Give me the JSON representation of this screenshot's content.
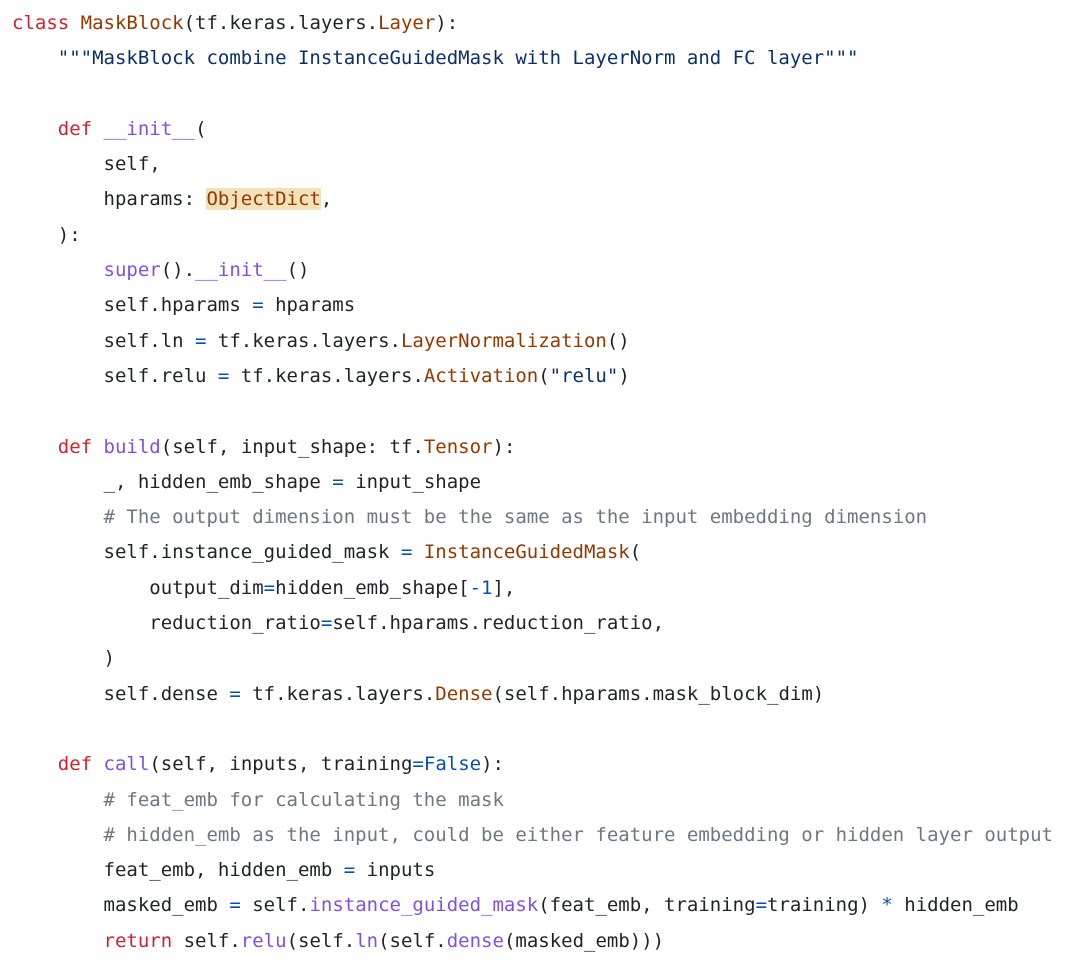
{
  "code_block": {
    "lines": [
      [
        {
          "t": "class",
          "c": "kw"
        },
        {
          "t": " "
        },
        {
          "t": "MaskBlock",
          "c": "cls"
        },
        {
          "t": "(tf.keras.layers."
        },
        {
          "t": "Layer",
          "c": "cls"
        },
        {
          "t": "):"
        }
      ],
      [
        {
          "t": "    "
        },
        {
          "t": "\"\"\"MaskBlock combine InstanceGuidedMask with LayerNorm and FC layer\"\"\"",
          "c": "str"
        }
      ],
      [],
      [
        {
          "t": "    "
        },
        {
          "t": "def",
          "c": "kw"
        },
        {
          "t": " "
        },
        {
          "t": "__init__",
          "c": "fn"
        },
        {
          "t": "("
        }
      ],
      [
        {
          "t": "        self,"
        }
      ],
      [
        {
          "t": "        hparams: "
        },
        {
          "t": "ObjectDict",
          "c": "cls hl"
        },
        {
          "t": ","
        }
      ],
      [
        {
          "t": "    ):"
        }
      ],
      [
        {
          "t": "        "
        },
        {
          "t": "super",
          "c": "fn"
        },
        {
          "t": "()."
        },
        {
          "t": "__init__",
          "c": "fn"
        },
        {
          "t": "()"
        }
      ],
      [
        {
          "t": "        self.hparams "
        },
        {
          "t": "=",
          "c": "op"
        },
        {
          "t": " hparams"
        }
      ],
      [
        {
          "t": "        self.ln "
        },
        {
          "t": "=",
          "c": "op"
        },
        {
          "t": " tf.keras.layers."
        },
        {
          "t": "LayerNormalization",
          "c": "cls"
        },
        {
          "t": "()"
        }
      ],
      [
        {
          "t": "        self.relu "
        },
        {
          "t": "=",
          "c": "op"
        },
        {
          "t": " tf.keras.layers."
        },
        {
          "t": "Activation",
          "c": "cls"
        },
        {
          "t": "("
        },
        {
          "t": "\"relu\"",
          "c": "str"
        },
        {
          "t": ")"
        }
      ],
      [],
      [
        {
          "t": "    "
        },
        {
          "t": "def",
          "c": "kw"
        },
        {
          "t": " "
        },
        {
          "t": "build",
          "c": "fn"
        },
        {
          "t": "(self, input_shape: tf."
        },
        {
          "t": "Tensor",
          "c": "cls"
        },
        {
          "t": "):"
        }
      ],
      [
        {
          "t": "        _, hidden_emb_shape "
        },
        {
          "t": "=",
          "c": "op"
        },
        {
          "t": " input_shape"
        }
      ],
      [
        {
          "t": "        "
        },
        {
          "t": "# The output dimension must be the same as the input embedding dimension",
          "c": "cm"
        }
      ],
      [
        {
          "t": "        self.instance_guided_mask "
        },
        {
          "t": "=",
          "c": "op"
        },
        {
          "t": " "
        },
        {
          "t": "InstanceGuidedMask",
          "c": "cls"
        },
        {
          "t": "("
        }
      ],
      [
        {
          "t": "            output_dim"
        },
        {
          "t": "=",
          "c": "op"
        },
        {
          "t": "hidden_emb_shape["
        },
        {
          "t": "-1",
          "c": "num"
        },
        {
          "t": "],"
        }
      ],
      [
        {
          "t": "            reduction_ratio"
        },
        {
          "t": "=",
          "c": "op"
        },
        {
          "t": "self.hparams.reduction_ratio,"
        }
      ],
      [
        {
          "t": "        )"
        }
      ],
      [
        {
          "t": "        self.dense "
        },
        {
          "t": "=",
          "c": "op"
        },
        {
          "t": " tf.keras.layers."
        },
        {
          "t": "Dense",
          "c": "cls"
        },
        {
          "t": "(self.hparams.mask_block_dim)"
        }
      ],
      [],
      [
        {
          "t": "    "
        },
        {
          "t": "def",
          "c": "kw"
        },
        {
          "t": " "
        },
        {
          "t": "call",
          "c": "fn"
        },
        {
          "t": "(self, inputs, training"
        },
        {
          "t": "=",
          "c": "op"
        },
        {
          "t": "False",
          "c": "op"
        },
        {
          "t": "):"
        }
      ],
      [
        {
          "t": "        "
        },
        {
          "t": "# feat_emb for calculating the mask",
          "c": "cm"
        }
      ],
      [
        {
          "t": "        "
        },
        {
          "t": "# hidden_emb as the input, could be either feature embedding or hidden layer output",
          "c": "cm"
        }
      ],
      [
        {
          "t": "        feat_emb, hidden_emb "
        },
        {
          "t": "=",
          "c": "op"
        },
        {
          "t": " inputs"
        }
      ],
      [
        {
          "t": "        masked_emb "
        },
        {
          "t": "=",
          "c": "op"
        },
        {
          "t": " self."
        },
        {
          "t": "instance_guided_mask",
          "c": "fn"
        },
        {
          "t": "(feat_emb, training"
        },
        {
          "t": "=",
          "c": "op"
        },
        {
          "t": "training) "
        },
        {
          "t": "*",
          "c": "op"
        },
        {
          "t": " hidden_emb"
        }
      ],
      [
        {
          "t": "        "
        },
        {
          "t": "return",
          "c": "kw"
        },
        {
          "t": " self."
        },
        {
          "t": "relu",
          "c": "fn"
        },
        {
          "t": "(self."
        },
        {
          "t": "ln",
          "c": "fn"
        },
        {
          "t": "(self."
        },
        {
          "t": "dense",
          "c": "fn"
        },
        {
          "t": "(masked_emb)))"
        }
      ]
    ]
  }
}
